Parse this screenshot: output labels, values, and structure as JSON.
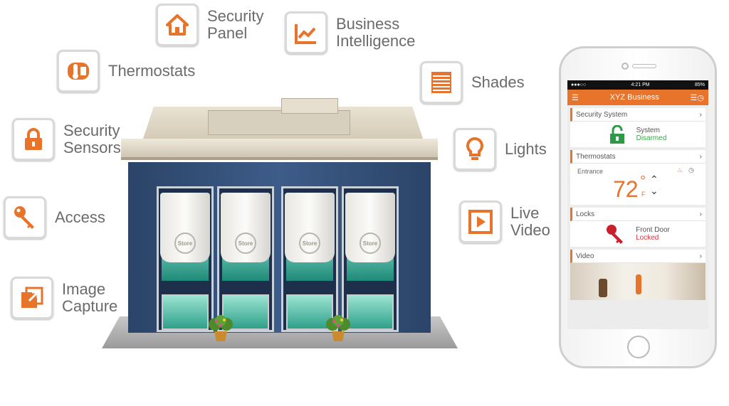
{
  "features": [
    {
      "id": "security-panel",
      "label": "Security\nPanel",
      "icon": "house-icon"
    },
    {
      "id": "business-intelligence",
      "label": "Business\nIntelligence",
      "icon": "chart-icon"
    },
    {
      "id": "thermostats",
      "label": "Thermostats",
      "icon": "thermostat-icon"
    },
    {
      "id": "shades",
      "label": "Shades",
      "icon": "shades-icon"
    },
    {
      "id": "security-sensors",
      "label": "Security\nSensors",
      "icon": "lock-icon"
    },
    {
      "id": "lights",
      "label": "Lights",
      "icon": "lightbulb-icon"
    },
    {
      "id": "access",
      "label": "Access",
      "icon": "key-icon"
    },
    {
      "id": "live-video",
      "label": "Live\nVideo",
      "icon": "play-icon"
    },
    {
      "id": "image-capture",
      "label": "Image\nCapture",
      "icon": "image-capture-icon"
    }
  ],
  "building": {
    "awning_logo": "Store"
  },
  "phone": {
    "status": {
      "carrier": "●●●○○",
      "time": "4:21 PM",
      "battery": "85%"
    },
    "header": {
      "title": "XYZ Business"
    },
    "cards": {
      "security": {
        "title": "Security System",
        "line1": "System",
        "line2": "Disarmed"
      },
      "thermostats": {
        "title": "Thermostats",
        "zone": "Entrance",
        "temp": "72",
        "deg": "°",
        "unit": "F"
      },
      "locks": {
        "title": "Locks",
        "line1": "Front Door",
        "line2": "Locked"
      },
      "video": {
        "title": "Video"
      }
    }
  },
  "colors": {
    "accent": "#e8732a",
    "green": "#3aa64a",
    "red": "#d9343c"
  }
}
